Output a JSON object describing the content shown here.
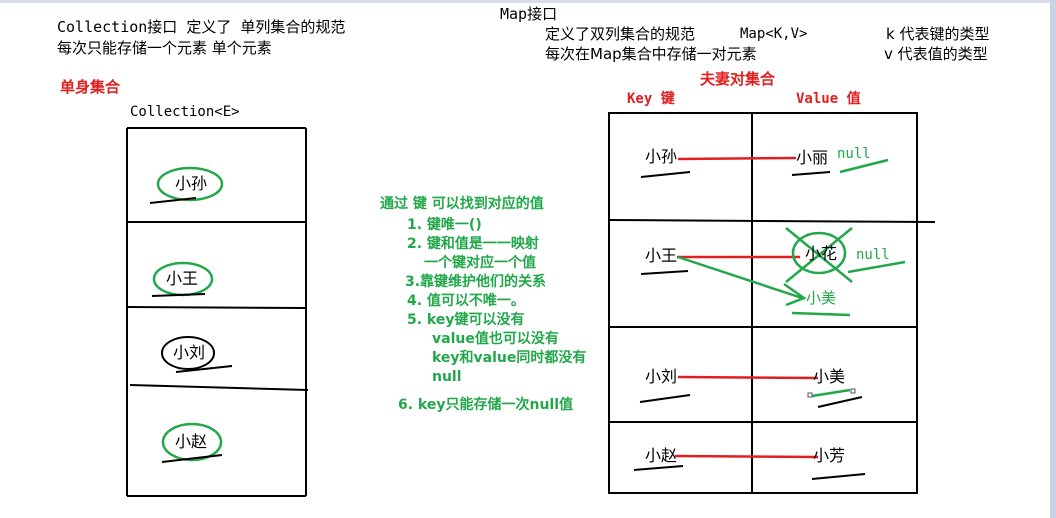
{
  "collection": {
    "line1": "Collection接口 定义了 单列集合的规范",
    "line2": "每次只能存储一个元素  单个元素",
    "single_label": "单身集合",
    "type_label": "Collection<E>",
    "items": [
      "小孙",
      "小王",
      "小刘",
      "小赵"
    ]
  },
  "map": {
    "title": "Map接口",
    "line1": "定义了双列集合的规范",
    "line1_sig": "Map<K,V>",
    "line2": "每次在Map集合中存储一对元素",
    "k_desc": "k 代表键的类型",
    "v_desc": "v 代表值的类型",
    "couple_label": "夫妻对集合",
    "key_header": "Key 键",
    "value_header": "Value  值",
    "rows": [
      {
        "key": "小孙",
        "value": "小丽",
        "note": "null"
      },
      {
        "key": "小王",
        "value": "小花",
        "note": "null",
        "extra": "小美"
      },
      {
        "key": "小刘",
        "value": "小美"
      },
      {
        "key": "小赵",
        "value": "小芳"
      }
    ]
  },
  "notes": {
    "heading": "通过 键 可以找到对应的值",
    "n1": "1. 键唯一()",
    "n2a": "2. 键和值是一一映射",
    "n2b": "一个键对应一个值",
    "n3": "3.靠键维护他们的关系",
    "n4": "4. 值可以不唯一。",
    "n5a": "5. key键可以没有",
    "n5b": "value值也可以没有",
    "n5c": "key和value同时都没有",
    "n5d": "null",
    "n6": "6. key只能存储一次null值"
  },
  "colors": {
    "red": "#e02020",
    "green": "#22a84a",
    "black": "#000000"
  }
}
